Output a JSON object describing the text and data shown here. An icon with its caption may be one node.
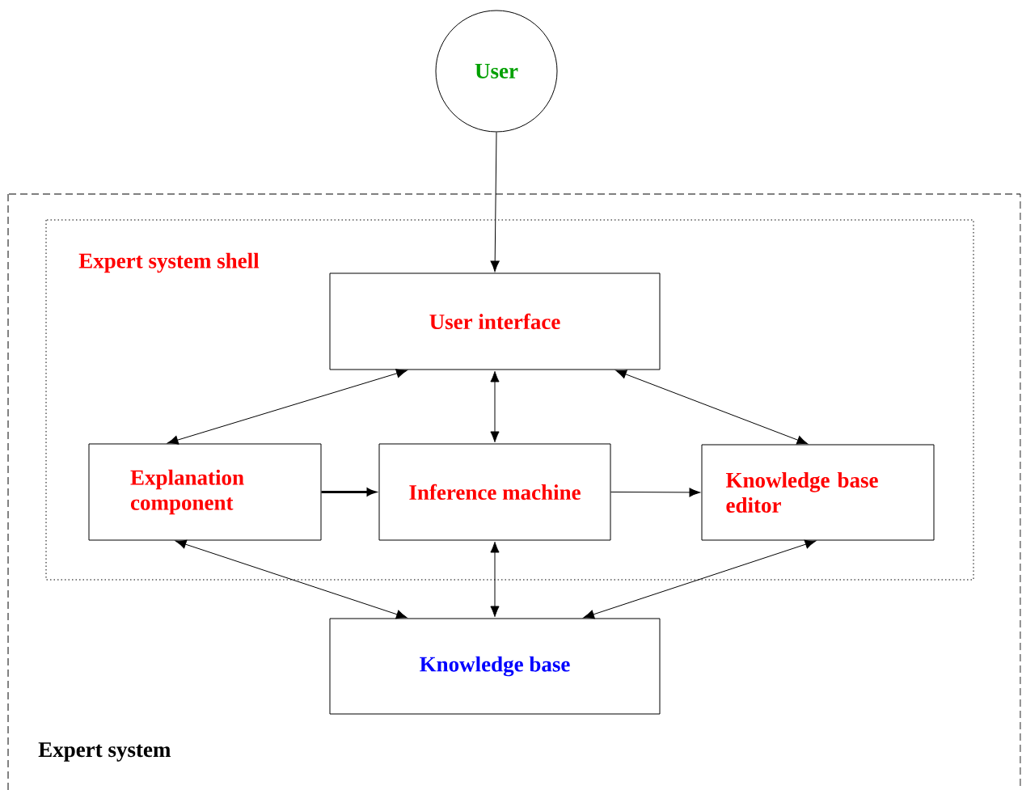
{
  "diagram": {
    "nodes": [
      {
        "text": [
          "User"
        ]
      },
      {
        "text": [
          "Expert system"
        ]
      },
      {
        "text": [
          "Expert system shell"
        ],
        "in": 1
      },
      {
        "text": [
          "User interface"
        ],
        "in": 2
      },
      {
        "text": [
          "Explanation component"
        ],
        "in": 2
      },
      {
        "text": [
          "Inference machine"
        ],
        "in": 2
      },
      {
        "text": [
          "Knowledge base editor"
        ],
        "in": 2
      },
      {
        "text": [
          "Knowledge base"
        ],
        "in": 1
      }
    ],
    "edges": [
      {
        "from": 0,
        "to": 3,
        "arrow": "to"
      },
      {
        "from": 3,
        "to": 4,
        "arrow": "both"
      },
      {
        "from": 3,
        "to": 5,
        "arrow": "both"
      },
      {
        "from": 3,
        "to": 6,
        "arrow": "both"
      },
      {
        "from": 4,
        "to": 5,
        "arrow": "to",
        "style": "thick"
      },
      {
        "from": 5,
        "to": 6,
        "arrow": "to"
      },
      {
        "from": 4,
        "to": 7,
        "arrow": "both"
      },
      {
        "from": 5,
        "to": 7,
        "arrow": "both"
      },
      {
        "from": 6,
        "to": 7,
        "arrow": "both"
      }
    ]
  }
}
